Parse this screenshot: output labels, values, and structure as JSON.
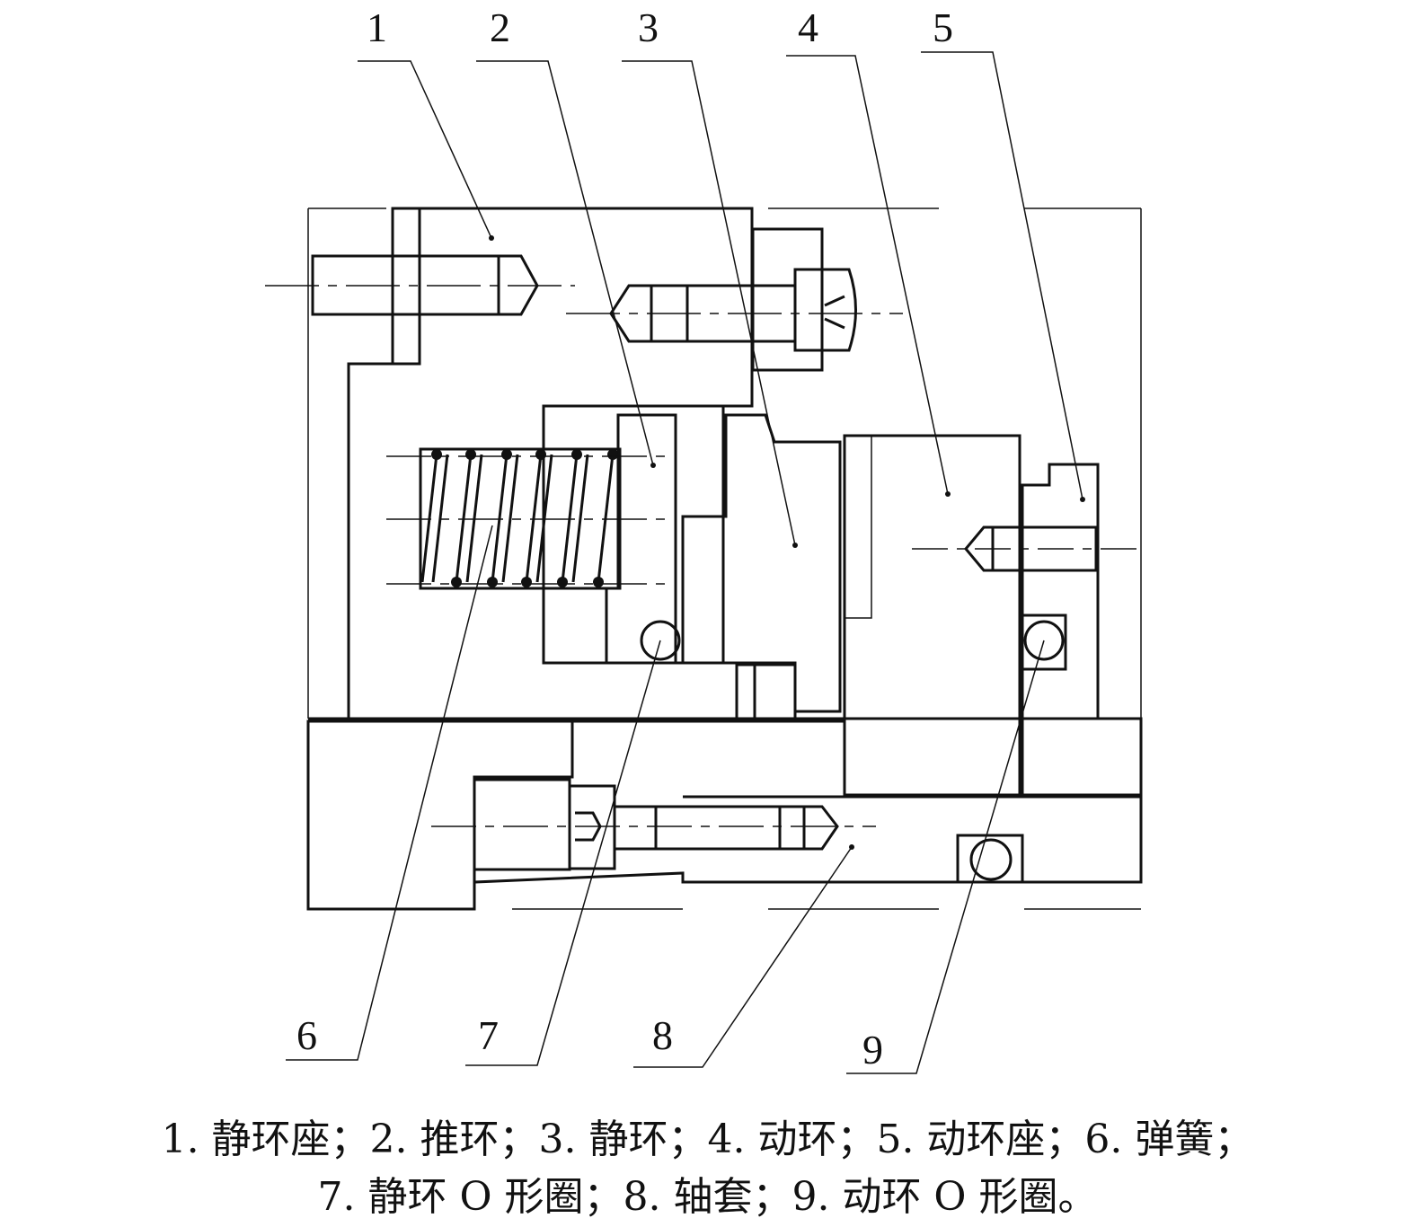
{
  "callouts": [
    {
      "id": "1",
      "label": "1"
    },
    {
      "id": "2",
      "label": "2"
    },
    {
      "id": "3",
      "label": "3"
    },
    {
      "id": "4",
      "label": "4"
    },
    {
      "id": "5",
      "label": "5"
    },
    {
      "id": "6",
      "label": "6"
    },
    {
      "id": "7",
      "label": "7"
    },
    {
      "id": "8",
      "label": "8"
    },
    {
      "id": "9",
      "label": "9"
    }
  ],
  "caption": {
    "line1": "1. 静环座；2. 推环；3. 静环；4. 动环；5. 动环座；6. 弹簧；",
    "line2": "7. 静环 O 形圈；8. 轴套；9. 动环 O 形圈。"
  }
}
